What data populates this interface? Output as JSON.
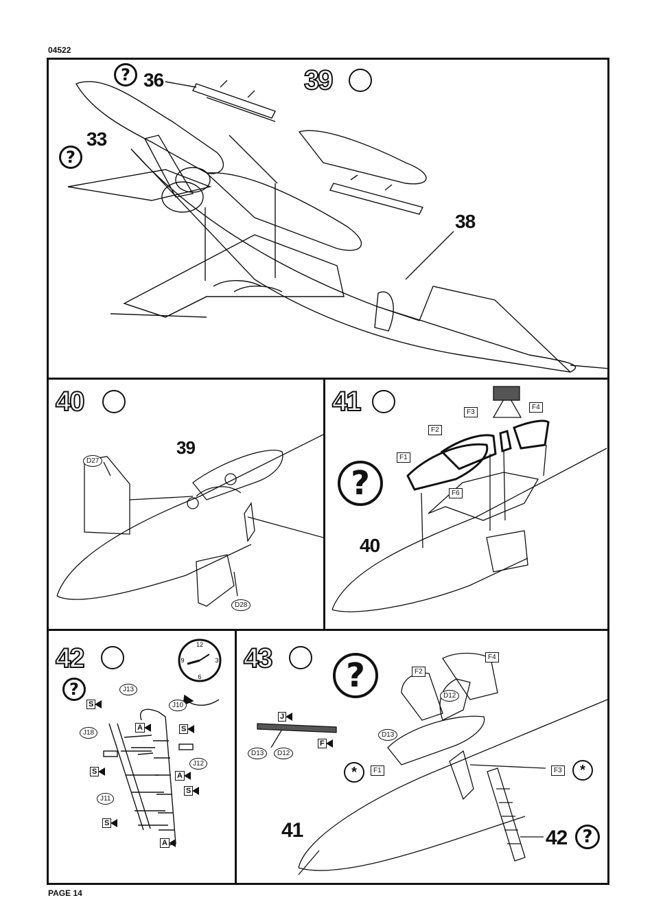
{
  "doc_code": "04522",
  "page_label": "PAGE 14",
  "help_symbol": "?",
  "cement_symbol": "*",
  "steps": {
    "s39": {
      "number": "39",
      "refs": {
        "a": "36",
        "b": "33",
        "c": "38"
      }
    },
    "s40": {
      "number": "40",
      "refs": {
        "a": "39"
      },
      "parts": {
        "p1": "D27",
        "p2": "D28"
      }
    },
    "s41": {
      "number": "41",
      "refs": {
        "a": "40"
      },
      "parts": {
        "f1": "F1",
        "f2": "F2",
        "f3": "F3",
        "f4": "F4",
        "f6": "F6"
      }
    },
    "s42": {
      "number": "42",
      "clock": {
        "n12": "12",
        "n3": "3",
        "n6": "6",
        "n9": "9"
      },
      "parts": {
        "j10": "J10",
        "j11": "J11",
        "j12": "J12",
        "j13": "J13",
        "j18": "J18"
      },
      "flags": {
        "s": "S",
        "a": "A"
      }
    },
    "s43": {
      "number": "43",
      "refs": {
        "a": "41",
        "b": "42"
      },
      "parts": {
        "f1": "F1",
        "f2": "F2",
        "f3": "F3",
        "f4": "F4",
        "d12": "D12",
        "d13": "D13"
      },
      "flags": {
        "j": "J",
        "f": "F"
      }
    }
  }
}
